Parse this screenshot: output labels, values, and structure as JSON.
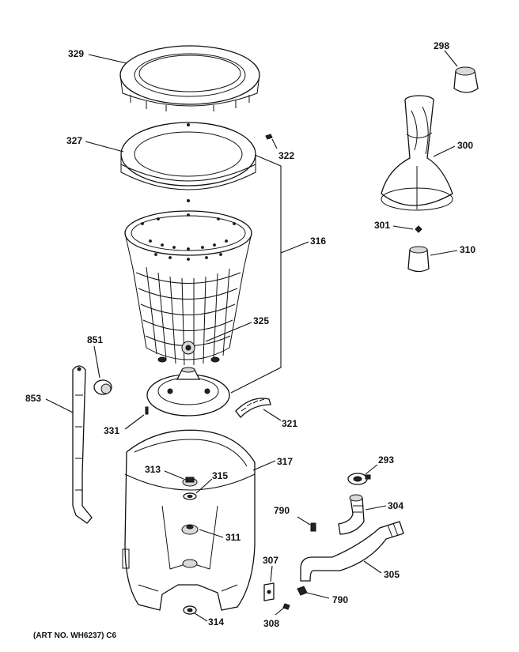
{
  "callouts": {
    "p329": "329",
    "p298": "298",
    "p327": "327",
    "p322": "322",
    "p300": "300",
    "p316": "316",
    "p301": "301",
    "p310": "310",
    "p325": "325",
    "p851": "851",
    "p853": "853",
    "p321": "321",
    "p331": "331",
    "p317": "317",
    "p313": "313",
    "p315": "315",
    "p293": "293",
    "p304": "304",
    "p790a": "790",
    "p311": "311",
    "p307": "307",
    "p305": "305",
    "p790b": "790",
    "p314": "314",
    "p308": "308"
  },
  "caption": "(ART NO. WH6237) C6"
}
